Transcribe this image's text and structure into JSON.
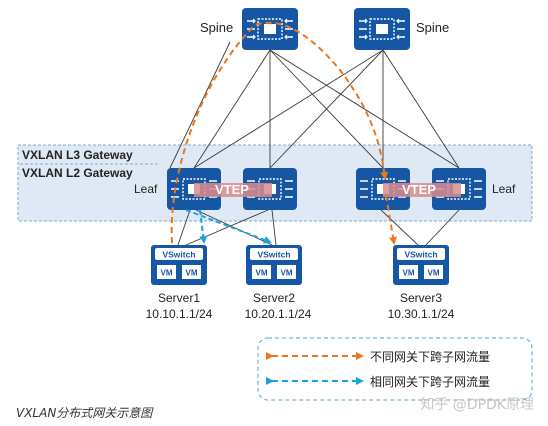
{
  "diagram": {
    "spines": [
      {
        "label": "Spine"
      },
      {
        "label": "Spine"
      }
    ],
    "gateway_labels": {
      "l3": "VXLAN L3 Gateway",
      "l2": "VXLAN L2 Gateway"
    },
    "leaf_labels": {
      "left": "Leaf",
      "right": "Leaf"
    },
    "vtep_label": "VTEP",
    "servers": [
      {
        "name": "Server1",
        "ip": "10.10.1.1/24",
        "vswitch": "VSwitch",
        "vm": [
          "VM",
          "VM"
        ]
      },
      {
        "name": "Server2",
        "ip": "10.20.1.1/24",
        "vswitch": "VSwitch",
        "vm": [
          "VM",
          "VM"
        ]
      },
      {
        "name": "Server3",
        "ip": "10.30.1.1/24",
        "vswitch": "VSwitch",
        "vm": [
          "VM",
          "VM"
        ]
      }
    ],
    "legend": [
      {
        "label": "不同网关下跨子网流量",
        "color": "#e87722"
      },
      {
        "label": "相同网关下跨子网流量",
        "color": "#1aa3e0"
      }
    ],
    "colors": {
      "device": "#1557a5",
      "link": "#3a3a3a",
      "gateway_band": "#dfe9f5"
    }
  },
  "caption": "VXLAN分布式网关示意图",
  "watermark": "知乎 @DPDK原理"
}
